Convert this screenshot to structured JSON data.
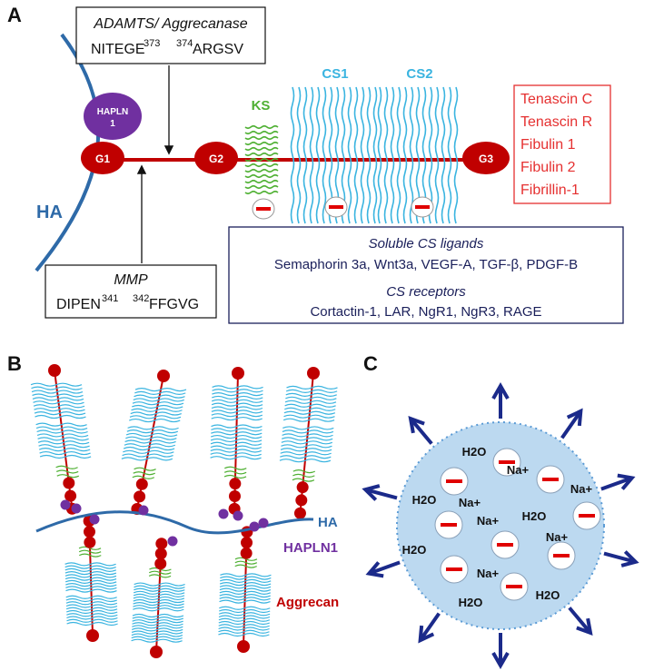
{
  "panels": {
    "a": "A",
    "b": "B",
    "c": "C"
  },
  "panel_a": {
    "adamts": {
      "title": "ADAMTS/ Aggrecanase",
      "left_seq": "NITEGE",
      "left_num": "373",
      "right_num": "374",
      "right_seq": "ARGSV"
    },
    "mmp": {
      "title": "MMP",
      "left_seq": "DIPEN",
      "left_num": "341",
      "right_num": "342",
      "right_seq": "FFGVG"
    },
    "hapln_line1": "HAPLN",
    "hapln_line2": "1",
    "g1": "G1",
    "g2": "G2",
    "g3": "G3",
    "ha": "HA",
    "ks": "KS",
    "cs1": "CS1",
    "cs2": "CS2",
    "ecm_ligands": [
      "Tenascin C",
      "Tenascin R",
      "Fibulin 1",
      "Fibulin 2",
      "Fibrillin-1"
    ],
    "soluble_title": "Soluble CS ligands",
    "soluble_list": "Semaphorin 3a, Wnt3a, VEGF-A, TGF-β, PDGF-B",
    "receptor_title": "CS receptors",
    "receptor_list": "Cortactin-1, LAR, NgR1, NgR3, RAGE"
  },
  "panel_b": {
    "ha": "HA",
    "hapln1": "HAPLN1",
    "aggrecan": "Aggrecan"
  },
  "panel_c": {
    "h2o": "H2O",
    "na": "Na+"
  },
  "colors": {
    "red": "#c00000",
    "ha_blue": "#2e6aa8",
    "cs_cyan": "#3ab4e0",
    "ks_green": "#4fb033",
    "hapln_purple": "#7030a0",
    "navy": "#1a1f5a",
    "sphere_fill": "#bcd9f0",
    "arrow_navy": "#1b2a8a"
  }
}
